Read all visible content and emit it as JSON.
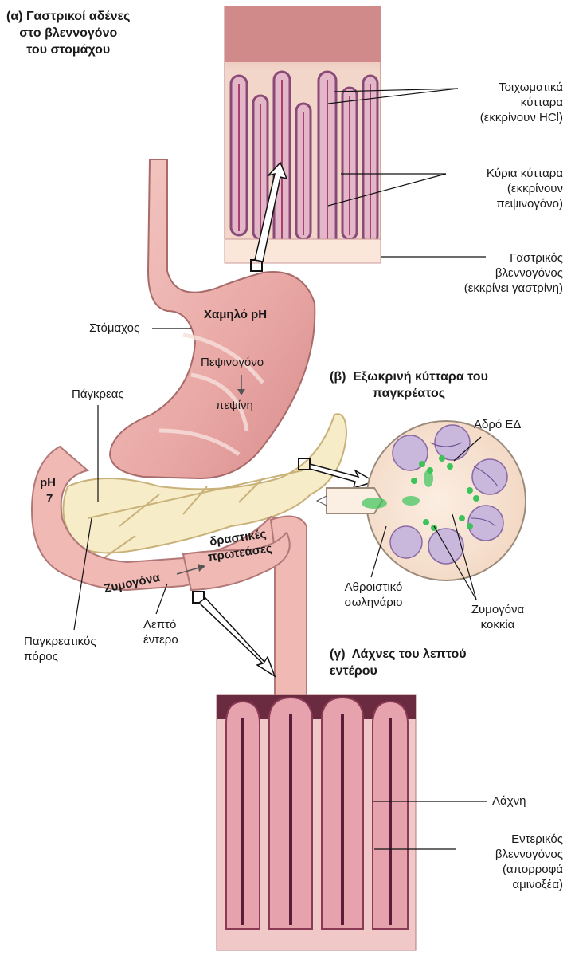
{
  "sections": {
    "a": "(α) Γαστρικοί αδένες\nστο βλεννογόνο\nτου στομάχου",
    "b": "(β)  Εξωκρινή κύτταρα του\nπαγκρέατος",
    "c": "(γ)  Λάχνες του λεπτού\nεντέρου"
  },
  "labels": {
    "parietal": "Τοιχωματικά\nκύτταρα\n(εκκρίνουν HCl)",
    "chief": "Κύρια κύτταρα\n(εκκρίνουν\nπεψινογόνο)",
    "gastric_mucosa": "Γαστρικός\nβλεννογόνος\n(εκκρίνει γαστρίνη)",
    "stomach": "Στόμαχος",
    "low_ph": "Χαμηλό pH",
    "pepsinogen": "Πεψινογόνο",
    "pepsin": "πεψίνη",
    "pancreas": "Πάγκρεας",
    "ph7_a": "pH",
    "ph7_b": "7",
    "rough_er": "Αδρό ΕΔ",
    "collecting_duct": "Αθροιστικό\nσωληνάριο",
    "zymogen_granules": "Ζυμογόνα\nκοκκία",
    "active_proteases": "δραστικές\nπρωτεάσες",
    "zymogens": "Ζυμογόνα",
    "pancreatic_duct": "Παγκρεατικός\nπόρος",
    "small_intestine": "Λεπτό\nέντερο",
    "villus": "Λάχνη",
    "intestinal_mucosa": "Εντερικός\nβλεννογόνος\n(απορροφά\nαμινοξέα)"
  },
  "colors": {
    "tissue_pink": "#e8a8a6",
    "tissue_dark": "#7a2a45",
    "pancreas": "#f7ecc8",
    "vesicle_green": "#3cc35a",
    "cell_lilac": "#c9b8dc"
  }
}
